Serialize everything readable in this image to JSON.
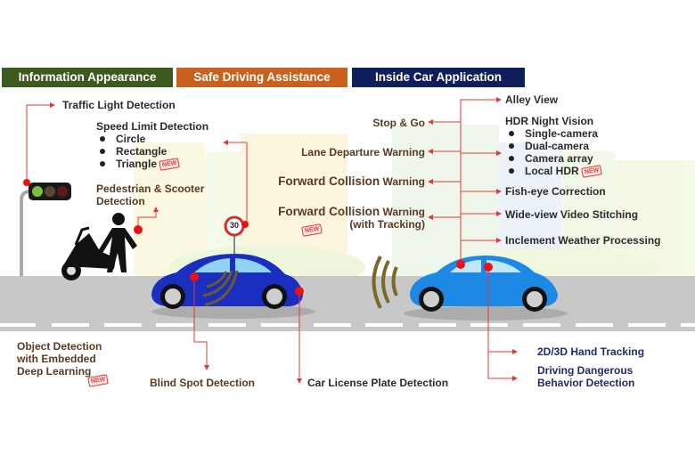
{
  "categories": [
    {
      "label": "Information Appearance",
      "color": "#3d5a1e"
    },
    {
      "label": "Safe Driving Assistance",
      "color": "#c9601c"
    },
    {
      "label": "Inside Car Application",
      "color": "#0f1f5c"
    }
  ],
  "information_appearance": {
    "traffic_light": "Traffic Light Detection",
    "speed_limit": {
      "title": "Speed Limit Detection",
      "items": [
        "Circle",
        "Rectangle",
        "Triangle"
      ]
    },
    "pedestrian": [
      "Pedestrian & Scooter",
      "Detection"
    ],
    "object_detection": [
      "Object Detection",
      "with Embedded",
      "Deep Learning"
    ]
  },
  "safe_driving": {
    "stop_go": "Stop & Go",
    "lane_departure": "Lane Departure Warning",
    "fcw_main": "Forward Collision",
    "fcw_suffix": "Warning",
    "fcwt_main": "Forward Collision",
    "fcwt_suffix": "Warning",
    "fcwt_sub": "(with Tracking)",
    "blind_spot": "Blind Spot Detection",
    "license_plate": "Car License Plate Detection"
  },
  "inside_car": {
    "alley_view": "Alley View",
    "hdr": {
      "title": "HDR Night Vision",
      "items": [
        "Single-camera",
        "Dual-camera",
        "Camera array",
        "Local HDR"
      ]
    },
    "fisheye": "Fish-eye Correction",
    "wide_view": "Wide-view Video Stitching",
    "weather": "Inclement Weather Processing",
    "hand_tracking": "2D/3D Hand Tracking",
    "dangerous_behavior": [
      "Driving Dangerous",
      "Behavior Detection"
    ]
  },
  "badges": {
    "new": "NEW"
  },
  "speed_sign": "30",
  "colors": {
    "connector": "#e53935",
    "road": "#c8c8c8",
    "car_front": "#1a2fbf",
    "car_back": "#1e88e5"
  }
}
